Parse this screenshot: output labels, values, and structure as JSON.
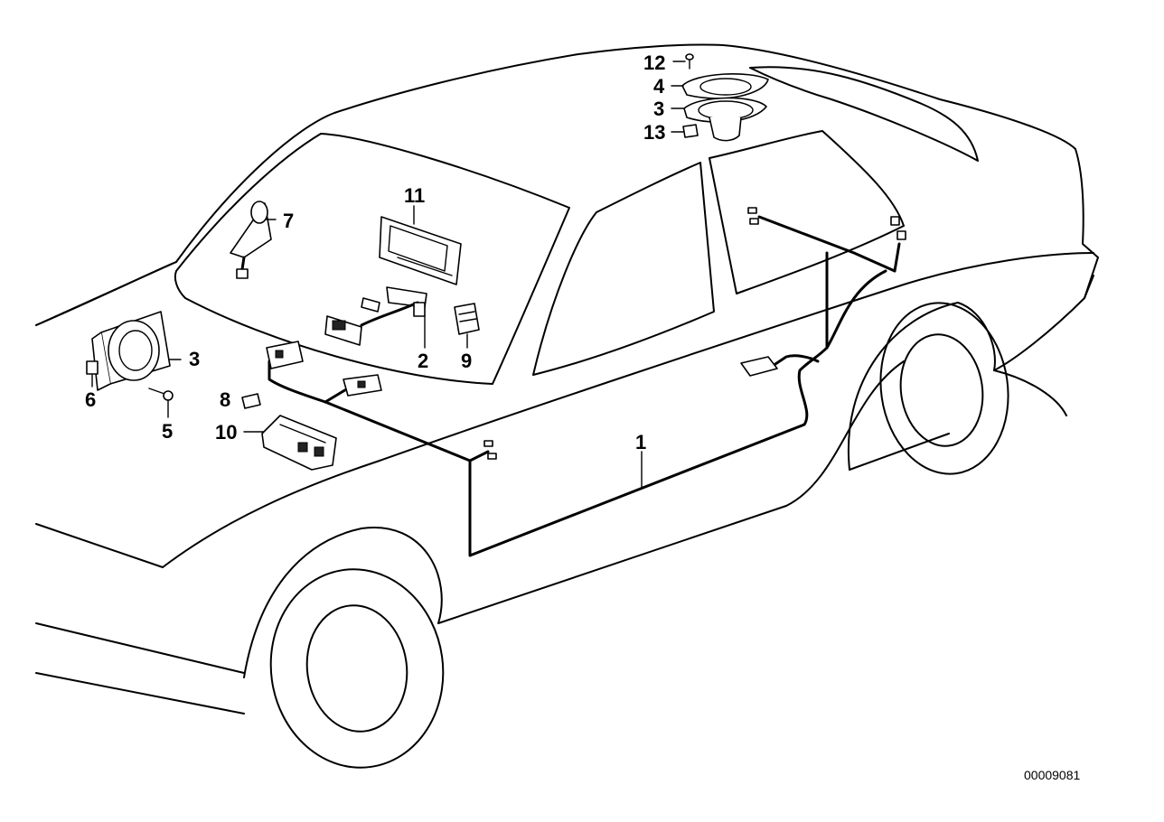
{
  "callouts": [
    {
      "id": "callout-1",
      "text": "1"
    },
    {
      "id": "callout-2",
      "text": "2"
    },
    {
      "id": "callout-3-front",
      "text": "3"
    },
    {
      "id": "callout-3-rear",
      "text": "3"
    },
    {
      "id": "callout-4",
      "text": "4"
    },
    {
      "id": "callout-5",
      "text": "5"
    },
    {
      "id": "callout-6",
      "text": "6"
    },
    {
      "id": "callout-7",
      "text": "7"
    },
    {
      "id": "callout-8",
      "text": "8"
    },
    {
      "id": "callout-9",
      "text": "9"
    },
    {
      "id": "callout-10",
      "text": "10"
    },
    {
      "id": "callout-11",
      "text": "11"
    },
    {
      "id": "callout-12",
      "text": "12"
    },
    {
      "id": "callout-13",
      "text": "13"
    }
  ],
  "reference_number": "00009081"
}
